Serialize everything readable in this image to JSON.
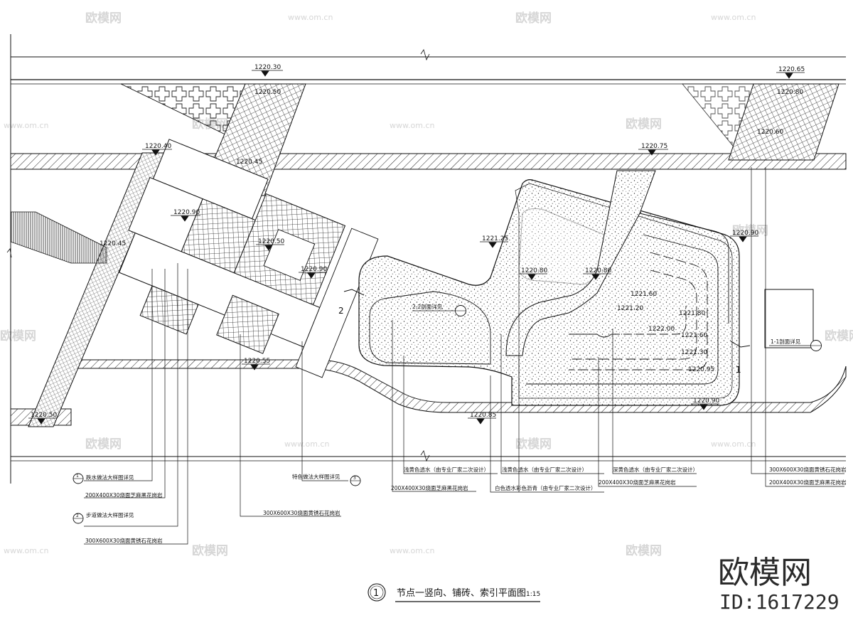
{
  "watermark": {
    "brand": "欧模网",
    "site": "www.om.cn"
  },
  "title": {
    "number": "1",
    "text": "节点一竖向、铺砖、索引平面图",
    "scale": "1:15"
  },
  "branding": {
    "name": "欧模网",
    "id": "ID:1617229"
  },
  "elevations": [
    "1220.30",
    "1220.65",
    "1220.40",
    "1220.75",
    "1220.50",
    "1220.90",
    "1220.80",
    "1220.60",
    "1221.25",
    "1220.80",
    "1220.80",
    "1221.80",
    "1221.20",
    "1222.00",
    "1221.60",
    "1221.60",
    "1221.30",
    "1220.95",
    "1220.90",
    "1220.85",
    "1220.50",
    "1220.90",
    "1220.90",
    "1220.55",
    "1220.45",
    "1220.45",
    "1220.50"
  ],
  "section_marks": {
    "left": "2",
    "right": "1"
  },
  "callouts": {
    "detail_2_2": "2-2剖面详见",
    "detail_1_1": "1-1剖面详见"
  },
  "notes": {
    "n1": "跌水做法大样图详见",
    "n1_num": "1",
    "n2": "200X400X30烧面芝麻黑花岗岩",
    "n3": "步道做法大样图详见",
    "n3_num": "2",
    "n4": "300X600X30烧面黄锈石花岗岩",
    "n5": "300X600X30烧面黄锈石花岗岩",
    "n6": "特色做法大样图详见",
    "n6_num": "3",
    "n7": "浅黄色透水（由专业厂家二次设计）",
    "n8": "200X400X30烧面芝麻黑花岗岩",
    "n9": "白色透水彩色沥青（由专业厂家二次设计）",
    "n10": "浅黄色透水（由专业厂家二次设计）",
    "n11": "深黄色透水（由专业厂家二次设计）",
    "n12": "200X400X30烧面芝麻黑花岗岩",
    "n13": "300X600X30烧面黄锈石花岗岩",
    "n14": "200X400X30烧面芝麻黑花岗岩"
  }
}
